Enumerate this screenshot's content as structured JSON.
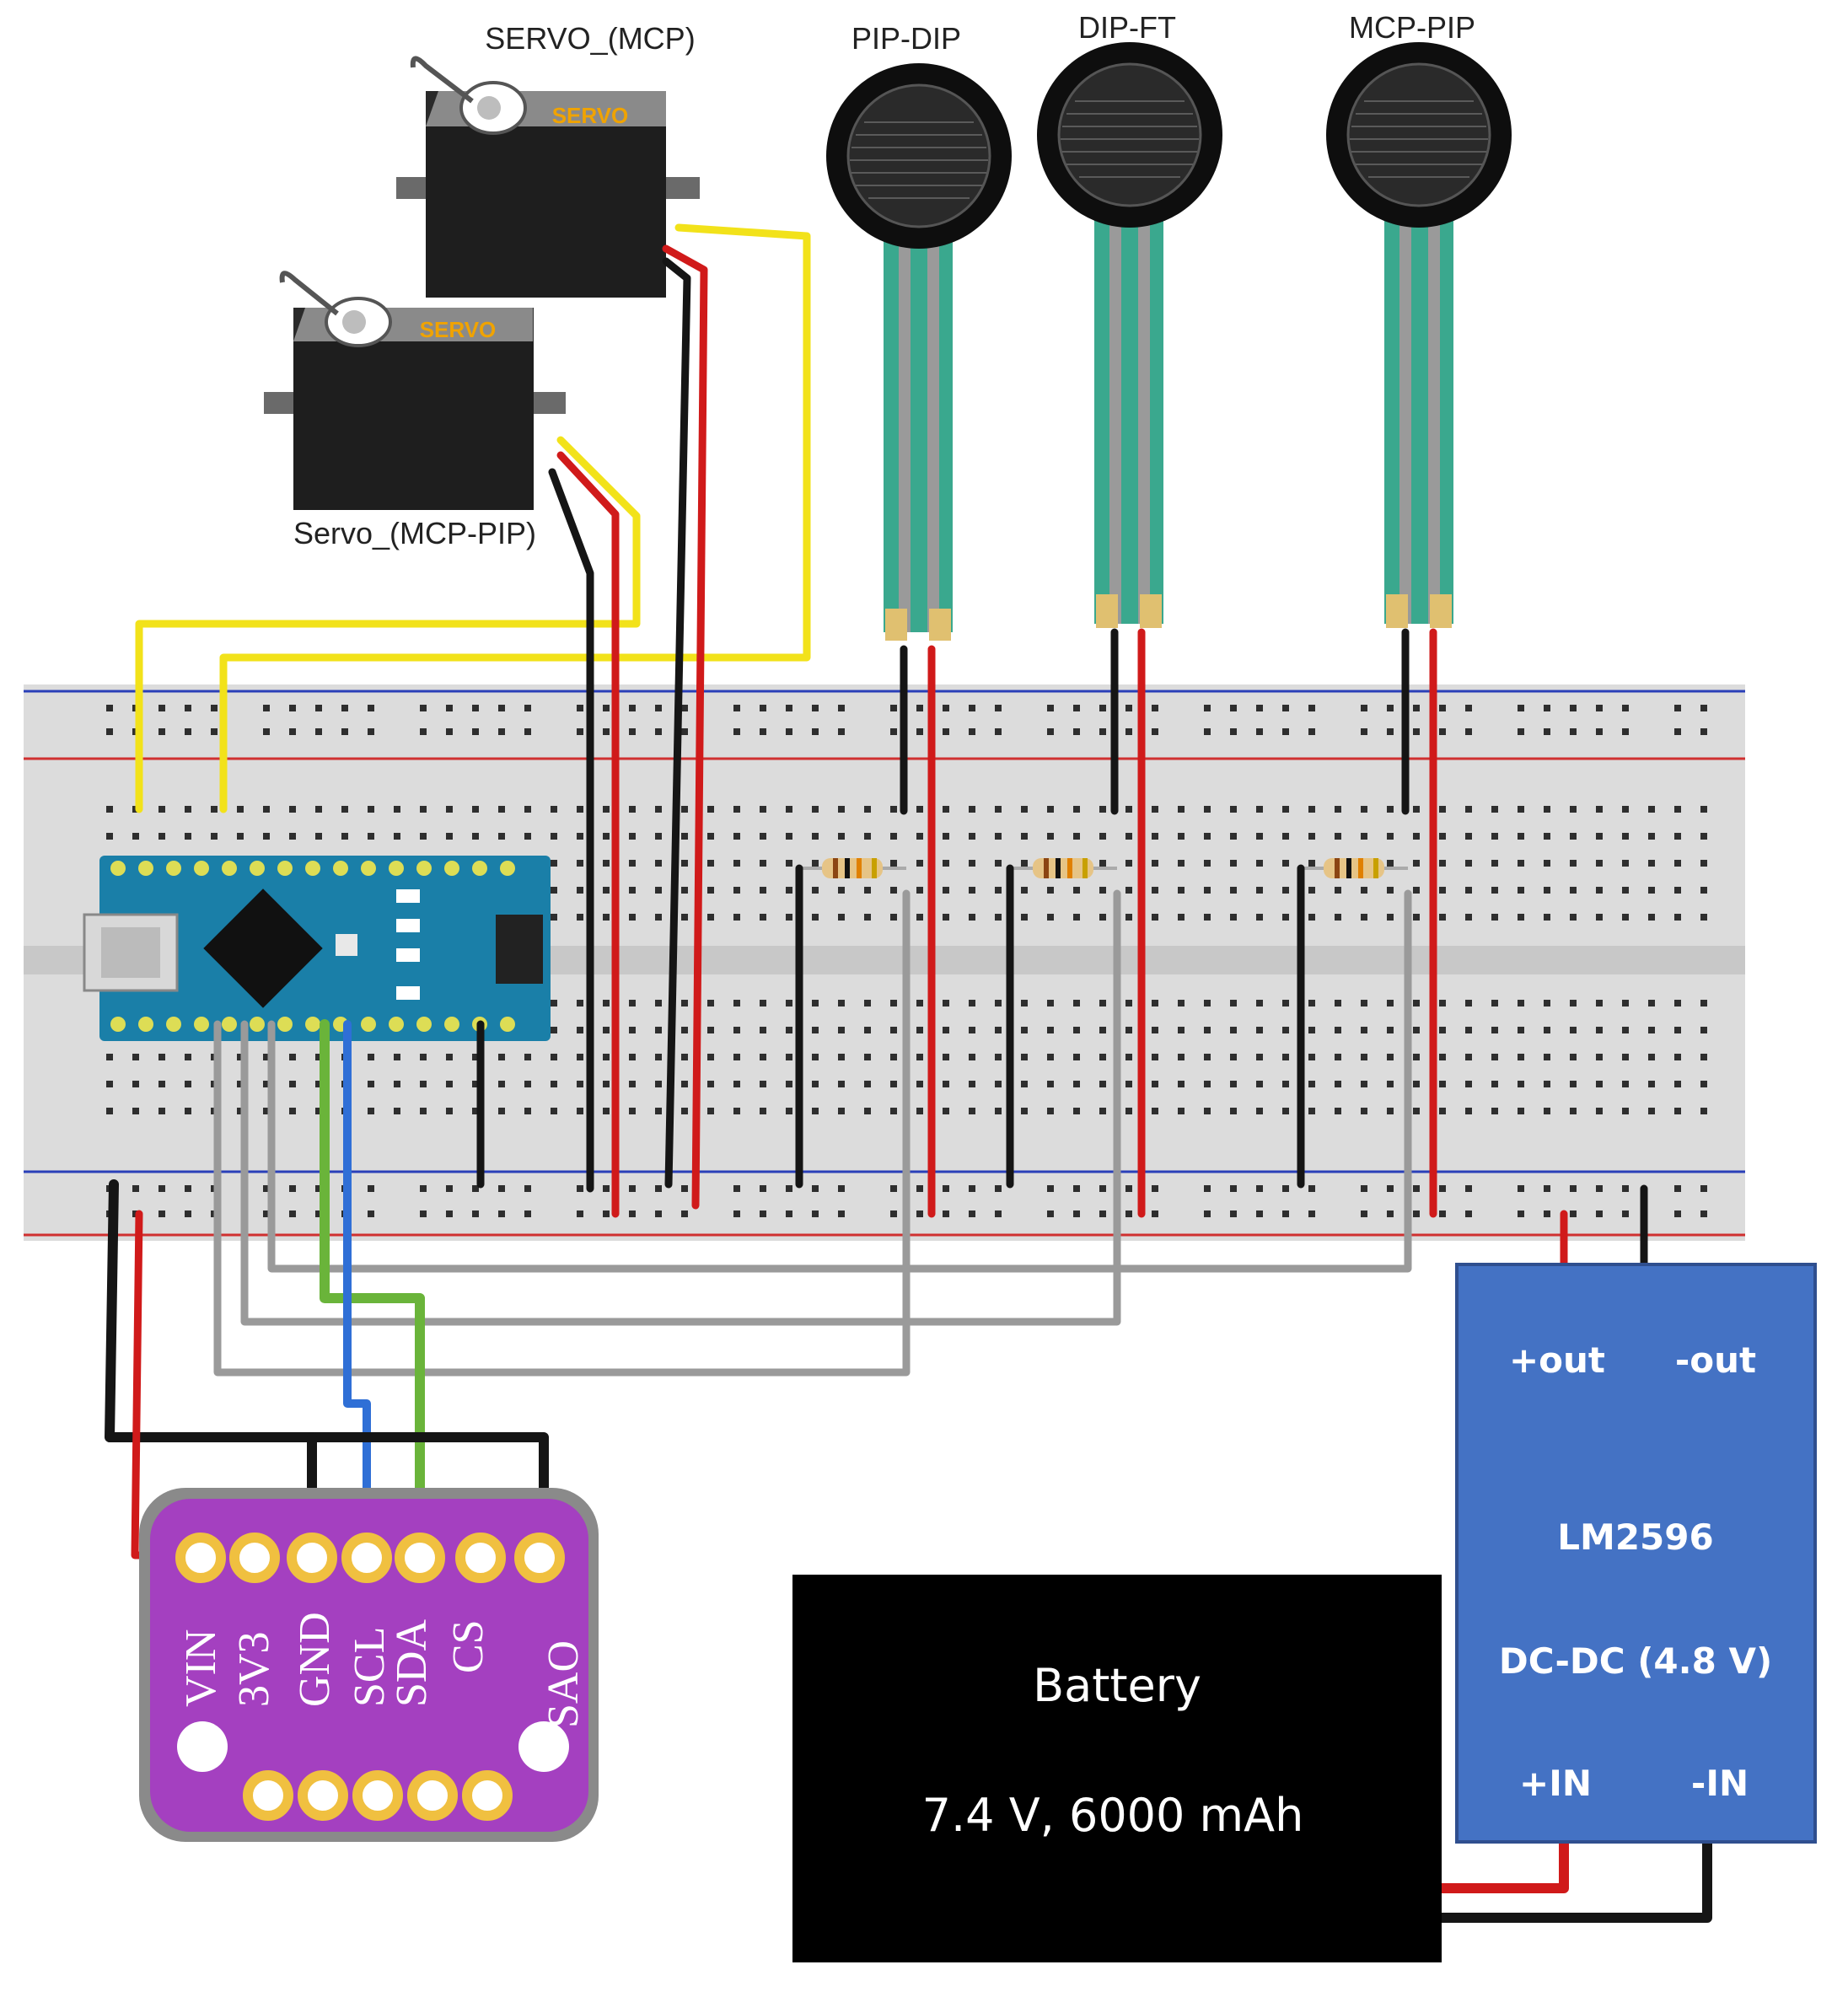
{
  "servos": {
    "top_label": "SERVO_(MCP)",
    "bottom_label": "Servo_(MCP-PIP)",
    "body_text": "SERVO"
  },
  "sensors": {
    "labels": [
      "PIP-DIP",
      "DIP-FT",
      "MCP-PIP"
    ]
  },
  "imu": {
    "pins": [
      "VIN",
      "3V3",
      "GND",
      "SCL",
      "SDA",
      "CS",
      "SAO"
    ]
  },
  "regulator": {
    "out_pos": "+out",
    "out_neg": "-out",
    "name": "LM2596",
    "spec": "DC-DC (4.8 V)",
    "in_pos": "+IN",
    "in_neg": "-IN"
  },
  "battery": {
    "title": "Battery",
    "spec": "7.4 V, 6000 mAh"
  },
  "colors": {
    "breadboard": "#dcdcdc",
    "arduino": "#1a7fa8",
    "imu_board": "#a440c0",
    "regulator": "#4472c4",
    "battery": "#000000",
    "wire_yellow": "#f2e21a",
    "wire_red": "#d01a1a",
    "wire_black": "#151515",
    "wire_gray": "#9a9a9a",
    "wire_green": "#6ab43a",
    "wire_blue": "#2f6fd6",
    "sensor_lead": "#3aa88e"
  }
}
